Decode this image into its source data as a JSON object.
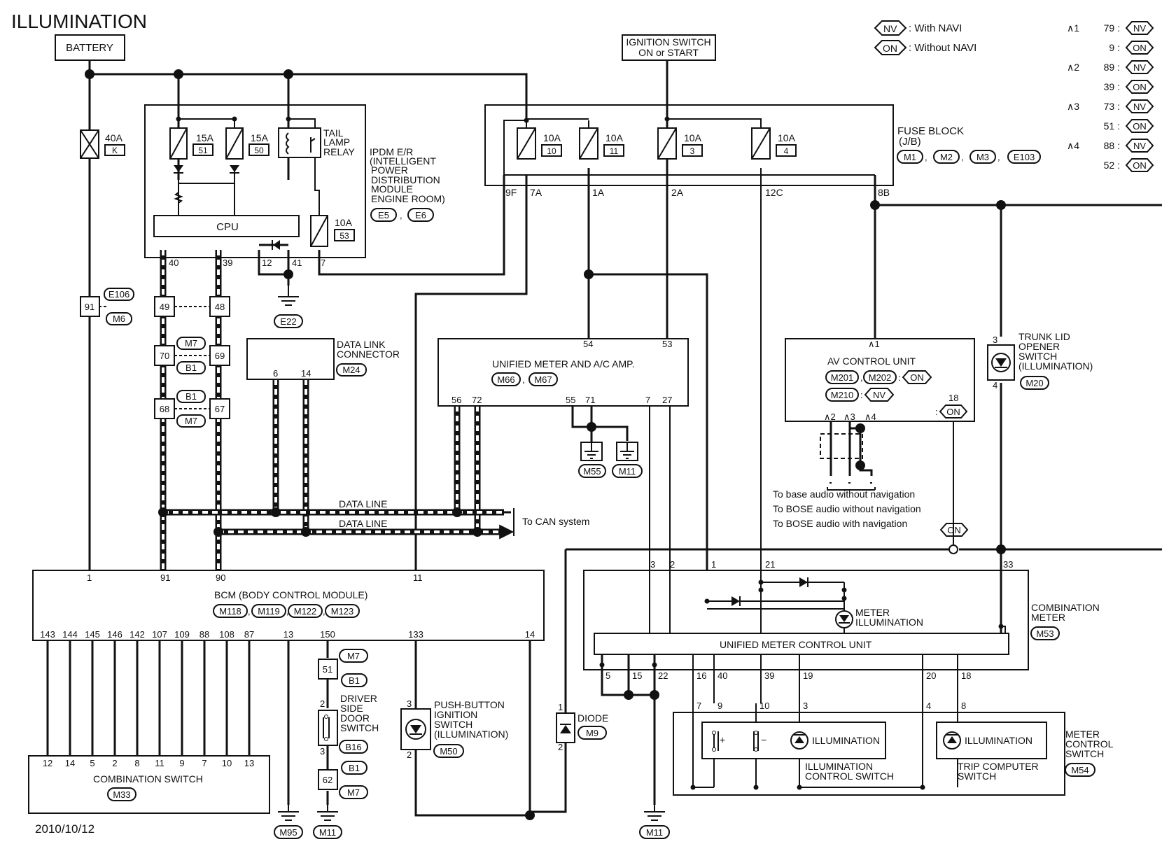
{
  "title": "ILLUMINATION",
  "date": "2010/10/12",
  "legend": {
    "nv": "NV",
    "nv_desc": ": With NAVI",
    "on": "ON",
    "on_desc": ": Without NAVI",
    "rows": [
      {
        "star": "∧1",
        "pin": "79 :",
        "tag": "NV"
      },
      {
        "star": "",
        "pin": "9 :",
        "tag": "ON"
      },
      {
        "star": "∧2",
        "pin": "89 :",
        "tag": "NV"
      },
      {
        "star": "",
        "pin": "39 :",
        "tag": "ON"
      },
      {
        "star": "∧3",
        "pin": "73 :",
        "tag": "NV"
      },
      {
        "star": "",
        "pin": "51 :",
        "tag": "ON"
      },
      {
        "star": "∧4",
        "pin": "88 :",
        "tag": "NV"
      },
      {
        "star": "",
        "pin": "52 :",
        "tag": "ON"
      }
    ]
  },
  "battery": "BATTERY",
  "ign": {
    "line1": "IGNITION SWITCH",
    "line2": "ON or START"
  },
  "fuse40": {
    "rating": "40A",
    "id": "K"
  },
  "ipdm": {
    "fuse1": {
      "rating": "15A",
      "id": "51"
    },
    "fuse2": {
      "rating": "15A",
      "id": "50"
    },
    "fuse3": {
      "rating": "10A",
      "id": "53"
    },
    "relay": [
      "TAIL",
      "LAMP",
      "RELAY"
    ],
    "cpu": "CPU",
    "name": [
      "IPDM E/R",
      "(INTELLIGENT",
      "POWER",
      "DISTRIBUTION",
      "MODULE",
      "ENGINE ROOM)"
    ],
    "conn1": "E5",
    "conn2": "E6",
    "pins": {
      "p40": "40",
      "p39": "39",
      "p12": "12",
      "p41": "41",
      "p7": "7"
    },
    "ground": "E22"
  },
  "fuse_block": {
    "name": [
      "FUSE BLOCK",
      "(J/B)"
    ],
    "conns": [
      "M1",
      "M2",
      "M3",
      "E103"
    ],
    "fuses": [
      {
        "rating": "10A",
        "id": "10"
      },
      {
        "rating": "10A",
        "id": "11"
      },
      {
        "rating": "10A",
        "id": "3"
      },
      {
        "rating": "10A",
        "id": "4"
      }
    ],
    "pins": {
      "p9F": "9F",
      "p7A": "7A",
      "p1A": "1A",
      "p2A": "2A",
      "p12C": "12C",
      "p8B": "8B"
    }
  },
  "joints": {
    "e106": "E106",
    "m6": "M6",
    "j91": "91",
    "j49": "49",
    "j48": "48",
    "m7a": "M7",
    "b1a": "B1",
    "j70": "70",
    "j69": "69",
    "b1b": "B1",
    "m7b": "M7",
    "j68": "68",
    "j67": "67"
  },
  "dlc": {
    "name": [
      "DATA LINK",
      "CONNECTOR"
    ],
    "conn": "M24",
    "p6": "6",
    "p14": "14"
  },
  "umac": {
    "name": "UNIFIED METER AND A/C AMP.",
    "conn1": "M66",
    "conn2": "M67",
    "pins": {
      "p54": "54",
      "p53": "53",
      "p56": "56",
      "p72": "72",
      "p55": "55",
      "p71": "71",
      "p7": "7",
      "p27": "27"
    },
    "g1": "M55",
    "g2": "M11"
  },
  "av": {
    "star": "∧1",
    "name": "AV CONTROL UNIT",
    "c1": "M201",
    "c2": "M202",
    "c2tag": "ON",
    "c3": "M210",
    "c3tag": "NV",
    "p18": "18",
    "p18tag": ":",
    "p18on": "ON",
    "s2": "∧2",
    "s3": "∧3",
    "s4": "∧4",
    "audio": [
      "To base audio without navigation",
      "To BOSE audio without navigation",
      "To BOSE audio with navigation"
    ],
    "on_tag": "ON"
  },
  "trunk": {
    "name": [
      "TRUNK LID",
      "OPENER",
      "SWITCH",
      "(ILLUMINATION)"
    ],
    "conn": "M20",
    "p3": "3",
    "p4": "4"
  },
  "data_line1": "DATA LINE",
  "data_line2": "DATA LINE",
  "can": "To CAN system",
  "bcm": {
    "name": "BCM (BODY CONTROL MODULE)",
    "conns": [
      "M118",
      "M119",
      "M122",
      "M123"
    ],
    "top_pins": [
      "1",
      "91",
      "90",
      "11"
    ],
    "bottom_pins": [
      "143",
      "144",
      "145",
      "146",
      "142",
      "107",
      "109",
      "88",
      "108",
      "87",
      "13",
      "150",
      "133",
      "14"
    ]
  },
  "comb_switch": {
    "name": "COMBINATION SWITCH",
    "conn": "M33",
    "pins": [
      "12",
      "14",
      "5",
      "2",
      "8",
      "11",
      "9",
      "7",
      "10",
      "13"
    ],
    "ground": "M95"
  },
  "door": {
    "m7a": "M7",
    "j51": "51",
    "b1a": "B1",
    "p2": "2",
    "p3": "3",
    "name": [
      "DRIVER",
      "SIDE",
      "DOOR",
      "SWITCH"
    ],
    "conn": "B16",
    "b1b": "B1",
    "j62": "62",
    "m7b": "M7",
    "ground": "M11"
  },
  "push": {
    "name": [
      "PUSH-BUTTON",
      "IGNITION",
      "SWITCH",
      "(ILLUMINATION)"
    ],
    "conn": "M50",
    "p3": "3",
    "p2": "2"
  },
  "diode": {
    "name": "DIODE",
    "conn": "M9",
    "p1": "1",
    "p2": "2"
  },
  "meter": {
    "name": [
      "COMBINATION",
      "METER"
    ],
    "conn": "M53",
    "top_pins": {
      "p3": "3",
      "p2": "2",
      "p1": "1",
      "p21": "21",
      "p33": "33"
    },
    "illum": [
      "METER",
      "ILLUMINATION"
    ],
    "umcu": "UNIFIED METER CONTROL UNIT",
    "bottom_pins": [
      "5",
      "15",
      "22",
      "16",
      "40",
      "39",
      "19",
      "20",
      "18"
    ],
    "ground": "M11"
  },
  "mcs": {
    "name": [
      "METER",
      "CONTROL",
      "SWITCH"
    ],
    "conn": "M54",
    "pins": [
      "7",
      "9",
      "10",
      "3",
      "4",
      "8"
    ],
    "illum1": "ILLUMINATION",
    "illum2": "ILLUMINATION",
    "plus": "+",
    "minus": "−",
    "ics": [
      "ILLUMINATION",
      "CONTROL SWITCH"
    ],
    "trip": [
      "TRIP COMPUTER",
      "SWITCH"
    ]
  }
}
